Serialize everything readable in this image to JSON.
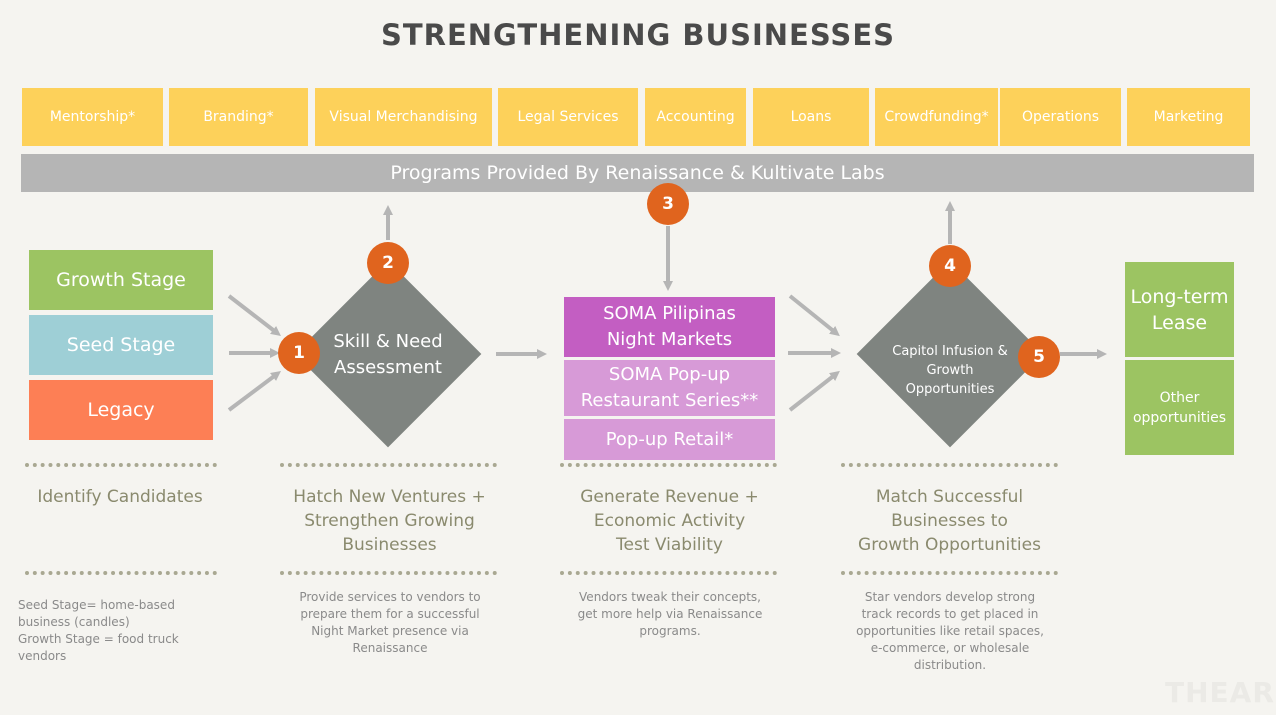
{
  "title": "STRENGTHENING BUSINESSES",
  "services": [
    "Mentorship*",
    "Branding*",
    "Visual Merchandising",
    "Legal Services",
    "Accounting",
    "Loans",
    "Crowdfunding*",
    "Operations",
    "Marketing"
  ],
  "banner": "Programs Provided By Renaissance & Kultivate Labs",
  "stages": {
    "growth": "Growth Stage",
    "seed": "Seed Stage",
    "legacy": "Legacy"
  },
  "steps": {
    "skill_line1": "Skill  & Need",
    "skill_line2": "Assessment",
    "capitol_line1": "Capitol Infusion &",
    "capitol_line2": "Growth",
    "capitol_line3": "Opportunities"
  },
  "numbers": [
    "1",
    "2",
    "3",
    "4",
    "5"
  ],
  "soma": {
    "night_line1": "SOMA Pilipinas",
    "night_line2": "Night Markets",
    "popup_line1": "SOMA Pop-up",
    "popup_line2": "Restaurant Series**",
    "retail": "Pop-up Retail*"
  },
  "outcomes": {
    "lease_line1": "Long-term",
    "lease_line2": "Lease",
    "other_line1": "Other",
    "other_line2": "opportunities"
  },
  "captions": {
    "c1": "Identify  Candidates",
    "c2_line1": "Hatch New Ventures +",
    "c2_line2": "Strengthen Growing",
    "c2_line3": "Businesses",
    "c3_line1": "Generate Revenue +",
    "c3_line2": "Economic Activity",
    "c3_line3": "Test Viability",
    "c4_line1": "Match Successful",
    "c4_line2": "Businesses to",
    "c4_line3": "Growth Opportunities"
  },
  "notes": {
    "n1_line1": "Seed Stage= home-based",
    "n1_line2": "business (candles)",
    "n1_line3": "Growth Stage = food truck",
    "n1_line4": "vendors",
    "n2_line1": "Provide services to vendors to",
    "n2_line2": "prepare them for a successful",
    "n2_line3": "Night Market presence via",
    "n2_line4": "Renaissance",
    "n3_line1": "Vendors tweak their concepts,",
    "n3_line2": "get more help via Renaissance",
    "n3_line3": "programs.",
    "n4_line1": "Star vendors develop strong",
    "n4_line2": "track records to get placed in",
    "n4_line3": "opportunities like retail spaces,",
    "n4_line4": "e-commerce, or wholesale",
    "n4_line5": "distribution."
  },
  "watermark": "THEAR",
  "colors": {
    "yellow": "#fdd15a",
    "gray_banner": "#b5b5b5",
    "growth_green": "#9cc462",
    "seed_blue": "#9ecfd6",
    "legacy_orange": "#fd7f55",
    "diamond_gray": "#7f8480",
    "circle_orange": "#e0641e",
    "soma_purple": "#c35ec2",
    "soma_light": "#d79ad7",
    "caption_olive": "#8a8a6e"
  }
}
